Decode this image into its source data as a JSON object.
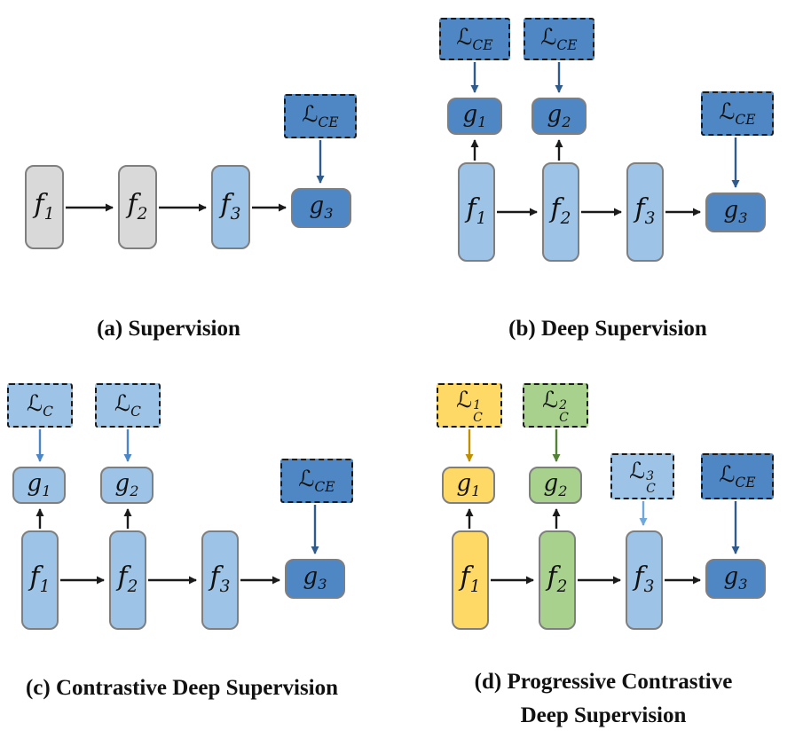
{
  "labels": {
    "f1": {
      "base": "f",
      "sub": "1"
    },
    "f2": {
      "base": "f",
      "sub": "2"
    },
    "f3": {
      "base": "f",
      "sub": "3"
    },
    "g1": {
      "base": "g",
      "sub": "1"
    },
    "g2": {
      "base": "g",
      "sub": "2"
    },
    "g3": {
      "base": "g",
      "sub": "3"
    },
    "loss_ce": {
      "base": "ℒ",
      "sub": "CE"
    },
    "loss_c": {
      "base": "ℒ",
      "sub": "C"
    },
    "loss_c1": {
      "base": "ℒ",
      "sub": "C",
      "sup": "1"
    },
    "loss_c2": {
      "base": "ℒ",
      "sub": "C",
      "sup": "2"
    },
    "loss_c3": {
      "base": "ℒ",
      "sub": "C",
      "sup": "3"
    }
  },
  "captions": {
    "a": "(a)  Supervision",
    "b": "(b) Deep Supervision",
    "c": "(c) Contrastive Deep Supervision",
    "d_line1": "(d) Progressive Contrastive",
    "d_line2": "Deep Supervision"
  },
  "colors": {
    "block_gray": "#D9D9D9",
    "block_light_blue": "#9DC3E6",
    "block_medium_blue": "#4F87C5",
    "block_yellow": "#FFD966",
    "block_green": "#A9D18E",
    "border_node": "#7F7F7F",
    "border_loss": "#1A1A1A",
    "arrow_black": "#1A1A1A",
    "arrow_dark_blue": "#2F5B8C",
    "arrow_blue": "#4A86C8",
    "arrow_gold": "#BF9000",
    "arrow_green": "#538135",
    "arrow_light_blue": "#6FA8DC"
  }
}
